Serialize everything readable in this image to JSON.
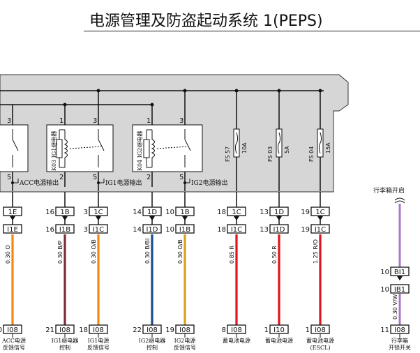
{
  "title": "电源管理及防盗起动系统 1(PEPS)",
  "relays": [
    {
      "name": "K03 IG1继电器",
      "pin_top_left": "1",
      "pin_top_right": "3",
      "pin_bottom_left": "2",
      "pin_bottom_right": "5"
    },
    {
      "name": "K04 IG2继电器",
      "pin_top_left": "1",
      "pin_top_right": "3",
      "pin_bottom_left": "2",
      "pin_bottom_right": "5"
    }
  ],
  "left_relay_pins": {
    "top": "3",
    "bottom": "5"
  },
  "fuses": [
    {
      "name": "FS 57",
      "rating": "10A"
    },
    {
      "name": "FS 03",
      "rating": "5A"
    },
    {
      "name": "FS 04",
      "rating": "15A"
    }
  ],
  "outputs": [
    "ACC电源输出",
    "IG1电源输出",
    "IG2电源输出"
  ],
  "harness_top": [
    {
      "pin": "",
      "code": "1E"
    },
    {
      "pin": "16",
      "code": "1B"
    },
    {
      "pin": "3",
      "code": "1C"
    },
    {
      "pin": "14",
      "code": "1D"
    },
    {
      "pin": "10",
      "code": "1B"
    },
    {
      "pin": "18",
      "code": "1C"
    },
    {
      "pin": "13",
      "code": "1D"
    },
    {
      "pin": "19",
      "code": "1C"
    }
  ],
  "harness_mid": [
    {
      "pin": "",
      "code": "I1E"
    },
    {
      "pin": "16",
      "code": "I1B"
    },
    {
      "pin": "3",
      "code": "I1C"
    },
    {
      "pin": "14",
      "code": "I1D"
    },
    {
      "pin": "10",
      "code": "I1B"
    },
    {
      "pin": "18",
      "code": "I1C"
    },
    {
      "pin": "13",
      "code": "I1D"
    },
    {
      "pin": "19",
      "code": "I1C"
    }
  ],
  "wires": [
    {
      "label": "0.30 O",
      "color": "#f08a14"
    },
    {
      "label": "0.30 B/P",
      "color": "#7a2b3a"
    },
    {
      "label": "0.30 O/B",
      "color": "#f08a14"
    },
    {
      "label": "0.30 B/Bl",
      "color": "#1a4c8a"
    },
    {
      "label": "0.30 O/B",
      "color": "#d9a020"
    },
    {
      "label": "0.85 R",
      "color": "#e0141c"
    },
    {
      "label": "0.50 R",
      "color": "#e0141c"
    },
    {
      "label": "1.25 R/O",
      "color": "#e0141c"
    }
  ],
  "harness_bottom": [
    {
      "pin": "0",
      "code": "I08"
    },
    {
      "pin": "21",
      "code": "I08"
    },
    {
      "pin": "18",
      "code": "I08"
    },
    {
      "pin": "22",
      "code": "I08"
    },
    {
      "pin": "19",
      "code": "I08"
    },
    {
      "pin": "8",
      "code": "I08"
    },
    {
      "pin": "1",
      "code": "I10"
    },
    {
      "pin": "1",
      "code": "I08"
    }
  ],
  "bottom_labels": [
    {
      "l1": "ACC电源",
      "l2": "反馈信号"
    },
    {
      "l1": "IG1继电器",
      "l2": "控制"
    },
    {
      "l1": "IG1电源",
      "l2": "反馈信号"
    },
    {
      "l1": "IG2继电器",
      "l2": "控制"
    },
    {
      "l1": "IG2电源",
      "l2": "反馈信号"
    },
    {
      "l1": "蓄电池电源",
      "l2": ""
    },
    {
      "l1": "蓄电池电源",
      "l2": ""
    },
    {
      "l1": "蓄电池电源",
      "l2": "(ESCL)"
    }
  ],
  "trunk": {
    "top_label": "行李箱开启",
    "conn1": {
      "pin": "10",
      "code": "BI1"
    },
    "conn2": {
      "pin": "10",
      "code": "IB1"
    },
    "wire": {
      "label": "0.30 V/W",
      "color": "#a878c8"
    },
    "conn3": {
      "pin": "11",
      "code": "I08"
    },
    "bottom_l1": "行李箱",
    "bottom_l2": "开锁开关"
  }
}
